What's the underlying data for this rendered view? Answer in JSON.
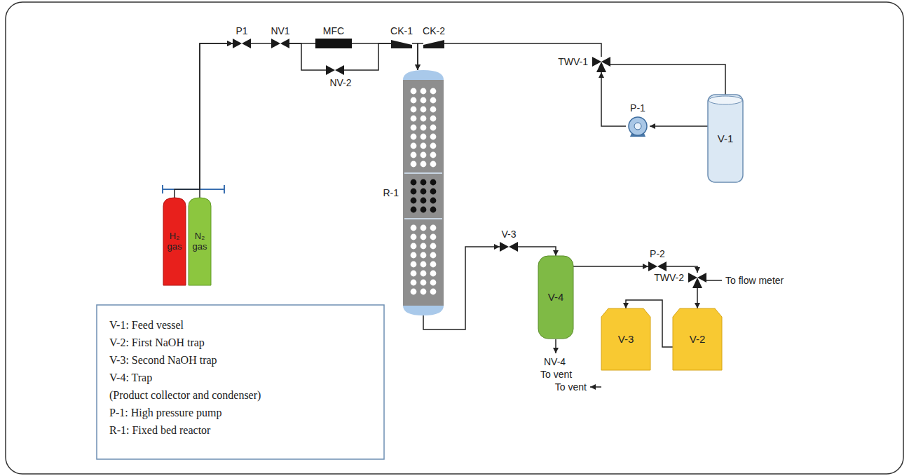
{
  "diagram": {
    "nodes": [
      {
        "text": [
          "H₂ gas"
        ]
      },
      {
        "text": [
          "N₂ gas"
        ]
      },
      {
        "text": [
          "P1"
        ]
      },
      {
        "text": [
          "NV1"
        ]
      },
      {
        "text": [
          "MFC"
        ]
      },
      {
        "text": [
          "NV-2"
        ]
      },
      {
        "text": [
          "CK-1"
        ]
      },
      {
        "text": [
          "CK-2"
        ]
      },
      {
        "text": [
          "TWV-1"
        ]
      },
      {
        "text": [
          "P-1"
        ]
      },
      {
        "text": [
          "V-1"
        ]
      },
      {
        "text": [
          "R-1"
        ]
      },
      {
        "text": [
          "V-3"
        ]
      },
      {
        "text": [
          "V-4"
        ]
      },
      {
        "text": [
          "P-2"
        ]
      },
      {
        "text": [
          "TWV-2"
        ]
      },
      {
        "text": [
          "V-2"
        ]
      },
      {
        "text": [
          "V-3"
        ]
      },
      {
        "text": [
          "V-1: Feed vessel",
          "V-2: First NaOH trap",
          "V-3: Second NaOH trap",
          "V-4: Trap",
          "(Product collector and condenser)",
          "P-1: High pressure pump",
          "R-1: Fixed bed reactor"
        ]
      }
    ],
    "edges": [
      {
        "from": 0,
        "to": 2,
        "arrow": "to"
      },
      {
        "from": 1,
        "to": 2,
        "arrow": "to"
      },
      {
        "from": 2,
        "to": 3,
        "arrow": "none"
      },
      {
        "from": 3,
        "to": 4,
        "arrow": "none"
      },
      {
        "from": 3,
        "to": 5,
        "arrow": "none"
      },
      {
        "from": 5,
        "to": 6,
        "arrow": "none"
      },
      {
        "from": 4,
        "to": 6,
        "arrow": "none"
      },
      {
        "from": 6,
        "to": 11,
        "arrow": "to"
      },
      {
        "from": 7,
        "to": 11,
        "arrow": "to"
      },
      {
        "from": 8,
        "to": 7,
        "arrow": "none"
      },
      {
        "from": 10,
        "to": 9,
        "arrow": "to"
      },
      {
        "from": 9,
        "to": 8,
        "arrow": "to"
      },
      {
        "from": 10,
        "to": 8,
        "arrow": "none"
      },
      {
        "from": 11,
        "to": 12,
        "arrow": "to"
      },
      {
        "from": 12,
        "to": 13,
        "arrow": "to"
      },
      {
        "from": 13,
        "to": 14,
        "arrow": "to"
      },
      {
        "from": 14,
        "to": 15,
        "arrow": "to"
      },
      {
        "from": 15,
        "to": 16,
        "arrow": "to"
      },
      {
        "from": 16,
        "to": 17,
        "arrow": "to"
      }
    ],
    "labels": [
      "To flow meter",
      "NV-4",
      "To vent",
      "To vent"
    ]
  }
}
